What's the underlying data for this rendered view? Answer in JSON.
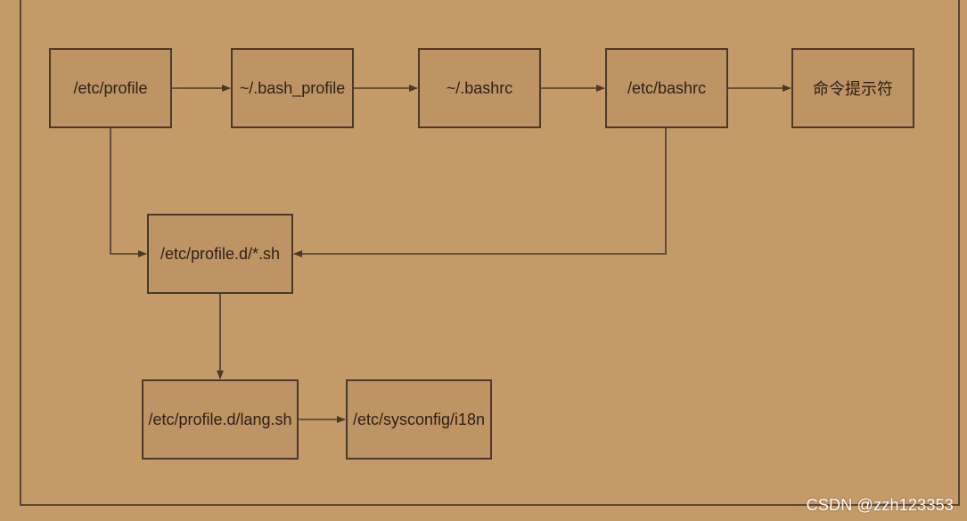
{
  "diagram": {
    "nodes": {
      "etc_profile": "/etc/profile",
      "bash_profile": "~/.bash_profile",
      "bashrc_home": "~/.bashrc",
      "etc_bashrc": "/etc/bashrc",
      "prompt": "命令提示符",
      "profile_d": "/etc/profile.d/*.sh",
      "lang_sh": "/etc/profile.d/lang.sh",
      "i18n": "/etc/sysconfig/i18n"
    },
    "edges": [
      [
        "etc_profile",
        "bash_profile"
      ],
      [
        "bash_profile",
        "bashrc_home"
      ],
      [
        "bashrc_home",
        "etc_bashrc"
      ],
      [
        "etc_bashrc",
        "prompt"
      ],
      [
        "etc_profile",
        "profile_d"
      ],
      [
        "etc_bashrc",
        "profile_d"
      ],
      [
        "profile_d",
        "lang_sh"
      ],
      [
        "lang_sh",
        "i18n"
      ]
    ],
    "colors": {
      "background": "#c49a68",
      "box_fill": "#be9464",
      "line": "#4b3a2b",
      "text": "#2d2119"
    }
  },
  "watermark": "CSDN @zzh123353"
}
